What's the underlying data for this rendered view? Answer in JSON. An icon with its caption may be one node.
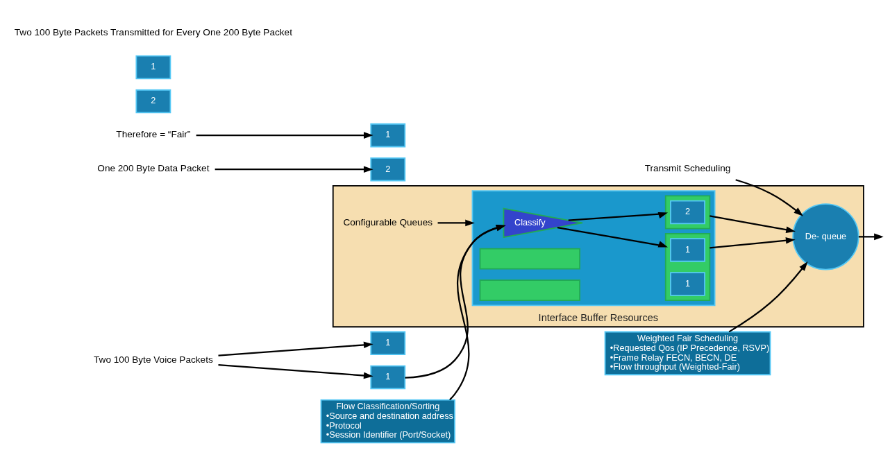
{
  "diagram": {
    "nodes": [
      {
        "text": [
          "Interface Buffer Resources"
        ]
      },
      {
        "text": [],
        "shape": "box",
        "in": 0
      },
      {
        "text": [
          "Configurable Queues"
        ],
        "in": 0
      },
      {
        "text": [
          "Classify"
        ],
        "in": 1
      },
      {
        "text": [],
        "shape": "bar",
        "in": 1
      },
      {
        "text": [
          "1"
        ],
        "in": 4
      },
      {
        "text": [
          "1"
        ],
        "in": 4
      },
      {
        "text": [],
        "shape": "bar",
        "in": 1
      },
      {
        "text": [
          "2"
        ],
        "in": 7
      },
      {
        "text": [],
        "shape": "bar",
        "in": 1
      },
      {
        "text": [],
        "shape": "bar",
        "in": 1
      },
      {
        "text": [
          "De- queue"
        ],
        "in": 0
      },
      {
        "text": [
          "Two 100 Byte Voice Packets"
        ]
      },
      {
        "text": [
          "1"
        ]
      },
      {
        "text": [
          "2"
        ]
      },
      {
        "text": [
          "1"
        ]
      },
      {
        "text": [
          "One 200 Byte Data Packet"
        ]
      },
      {
        "text": [
          "Therefore = “Fair”"
        ]
      },
      {
        "text": [
          "2"
        ]
      },
      {
        "text": [
          "1"
        ]
      },
      {
        "text": [
          "1"
        ]
      },
      {
        "text": [
          "Transmit Scheduling"
        ]
      },
      {
        "text": [
          "Flow Classification/Sorting",
          "•Source and destination address",
          "•Protocol",
          "•Session Identifier (Port/Socket)"
        ]
      },
      {
        "text": [
          "Weighted Fair Scheduling",
          "•Requested Qos (IP Precedence, RSVP)",
          "•Frame Relay FECN, BECN, DE",
          "•Flow throughput (Weighted-Fair)"
        ]
      }
    ],
    "edges": [
      {
        "from": 12,
        "to": 13,
        "arrow": "to"
      },
      {
        "from": 12,
        "to": 15,
        "arrow": "to"
      },
      {
        "from": 16,
        "to": 14,
        "arrow": "to"
      },
      {
        "from": 15,
        "to": 3,
        "arrow": "to"
      },
      {
        "from": 2,
        "to": 1,
        "arrow": "to"
      },
      {
        "from": 3,
        "to": 4,
        "arrow": "to"
      },
      {
        "from": 3,
        "to": 7,
        "arrow": "to"
      },
      {
        "from": 4,
        "to": 11,
        "arrow": "to"
      },
      {
        "from": 7,
        "to": 11,
        "arrow": "to"
      },
      {
        "from": 11,
        "to": null,
        "arrow": "to"
      },
      {
        "from": 17,
        "to": 19,
        "arrow": "to"
      },
      {
        "from": 21,
        "to": 11,
        "arrow": "to"
      },
      {
        "from": 22,
        "to": 3,
        "arrow": "to"
      },
      {
        "from": 23,
        "to": 11,
        "arrow": "to"
      }
    ],
    "labels": [
      "Two 100 Byte Packets Transmitted for Every One 200 Byte Packet"
    ]
  }
}
